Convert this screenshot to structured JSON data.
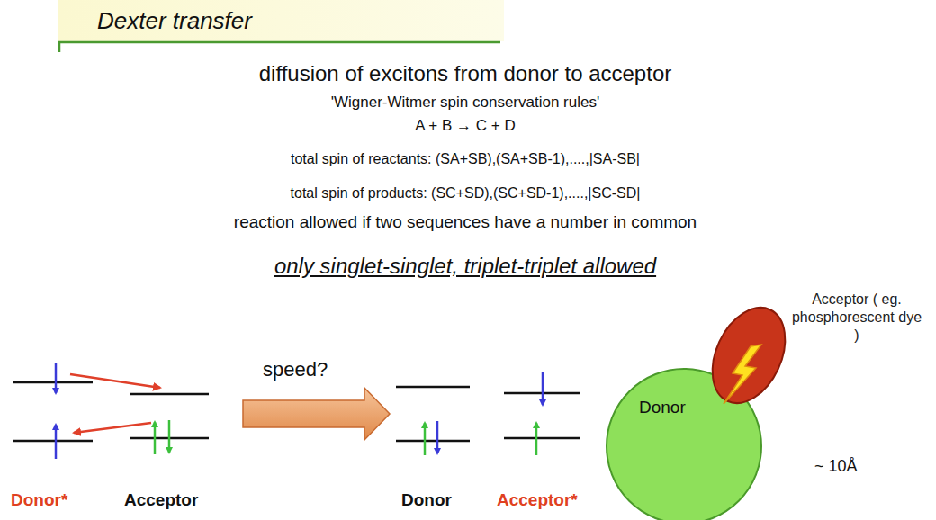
{
  "diagram": {
    "title": "Dexter transfer",
    "nodes": [
      {
        "text": [
          "Donor"
        ]
      },
      {
        "text": [
          "Acceptor ( eg. phosphorescent dye )"
        ]
      }
    ],
    "labels": [
      "diffusion of excitons from donor to acceptor",
      "'Wigner-Witmer spin conservation rules'",
      "A + B → C + D",
      "total spin of reactants: (SA+SB),(SA+SB-1),....,|SA-SB|",
      "total spin of products: (SC+SD),(SC+SD-1),....,|SC-SD|",
      "reaction allowed if two sequences have a number in common",
      "only singlet-singlet, triplet-triplet allowed",
      "speed?",
      "Donor*",
      "Acceptor",
      "Donor",
      "Acceptor*",
      "~ 10Å"
    ]
  }
}
